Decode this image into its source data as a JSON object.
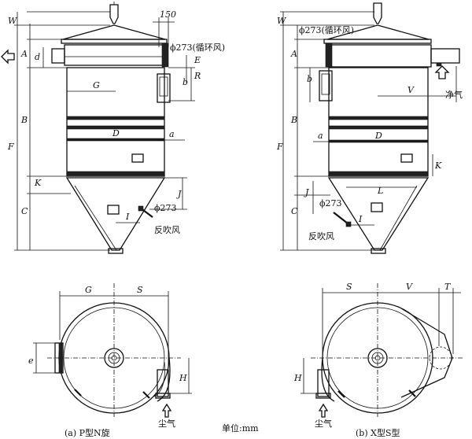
{
  "left_view": {
    "top_dims": [
      "W",
      "150"
    ],
    "side_dims": [
      "A",
      "d",
      "E",
      "R",
      "b",
      "G",
      "B",
      "F",
      "D",
      "a",
      "K",
      "C",
      "J",
      "I"
    ],
    "inlet_label": "ϕ273(循环风)",
    "reverse_label": "ϕ273",
    "reverse_air": "反吹风",
    "caption": "(a) P型N旋"
  },
  "right_view": {
    "top_dims": [
      "W"
    ],
    "side_dims": [
      "A",
      "b",
      "V",
      "B",
      "F",
      "a",
      "D",
      "K",
      "J",
      "L",
      "C",
      "I"
    ],
    "inlet_label": "ϕ273(循环风)",
    "reverse_label": "ϕ273",
    "clean_air": "净气",
    "reverse_air": "反吹风",
    "caption": "(b) X型S型"
  },
  "plan_left": {
    "dims": [
      "G",
      "S",
      "e",
      "H"
    ],
    "dust_label": "尘气"
  },
  "plan_right": {
    "dims": [
      "S",
      "V",
      "T",
      "H"
    ],
    "dust_label": "尘气"
  },
  "unit_label": "单位:mm"
}
